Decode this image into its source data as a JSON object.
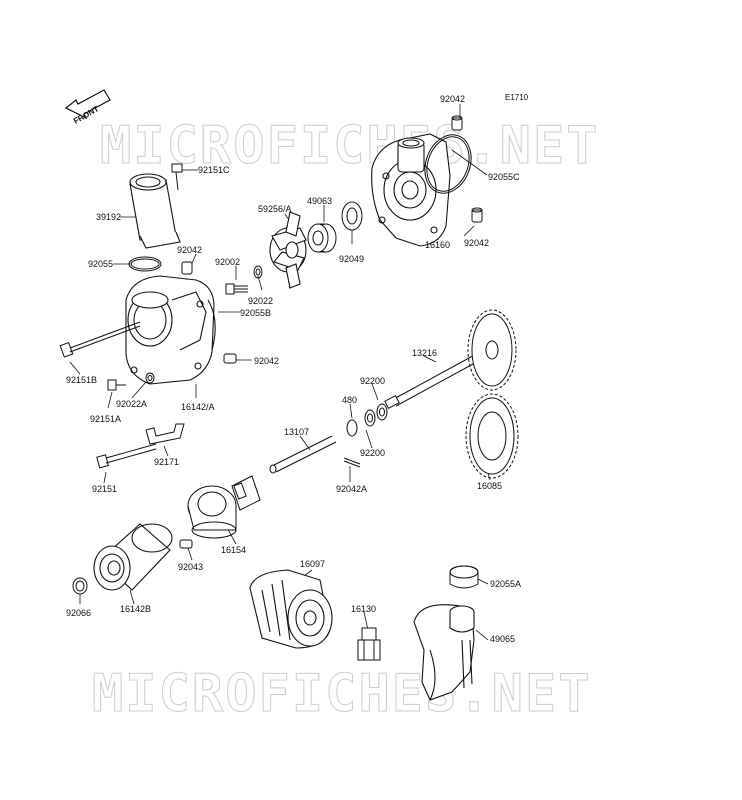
{
  "diagram": {
    "code": "E1710",
    "front_label": "FRONT",
    "watermark": "MICROFICHES.NET",
    "parts": [
      {
        "number": "92042"
      },
      {
        "number": "92055C"
      },
      {
        "number": "92042"
      },
      {
        "number": "16160"
      },
      {
        "number": "92151C"
      },
      {
        "number": "39192"
      },
      {
        "number": "92042"
      },
      {
        "number": "92055"
      },
      {
        "number": "92002"
      },
      {
        "number": "92022"
      },
      {
        "number": "59256/A"
      },
      {
        "number": "49063"
      },
      {
        "number": "92049"
      },
      {
        "number": "92055B"
      },
      {
        "number": "92042"
      },
      {
        "number": "92151B"
      },
      {
        "number": "92022A"
      },
      {
        "number": "92151A"
      },
      {
        "number": "16142/A"
      },
      {
        "number": "92171"
      },
      {
        "number": "92151"
      },
      {
        "number": "13216"
      },
      {
        "number": "92200"
      },
      {
        "number": "480"
      },
      {
        "number": "92200"
      },
      {
        "number": "13107"
      },
      {
        "number": "92042A"
      },
      {
        "number": "16085"
      },
      {
        "number": "16154"
      },
      {
        "number": "92043"
      },
      {
        "number": "92066"
      },
      {
        "number": "16142B"
      },
      {
        "number": "16097"
      },
      {
        "number": "16130"
      },
      {
        "number": "92055A"
      },
      {
        "number": "49065"
      }
    ]
  }
}
